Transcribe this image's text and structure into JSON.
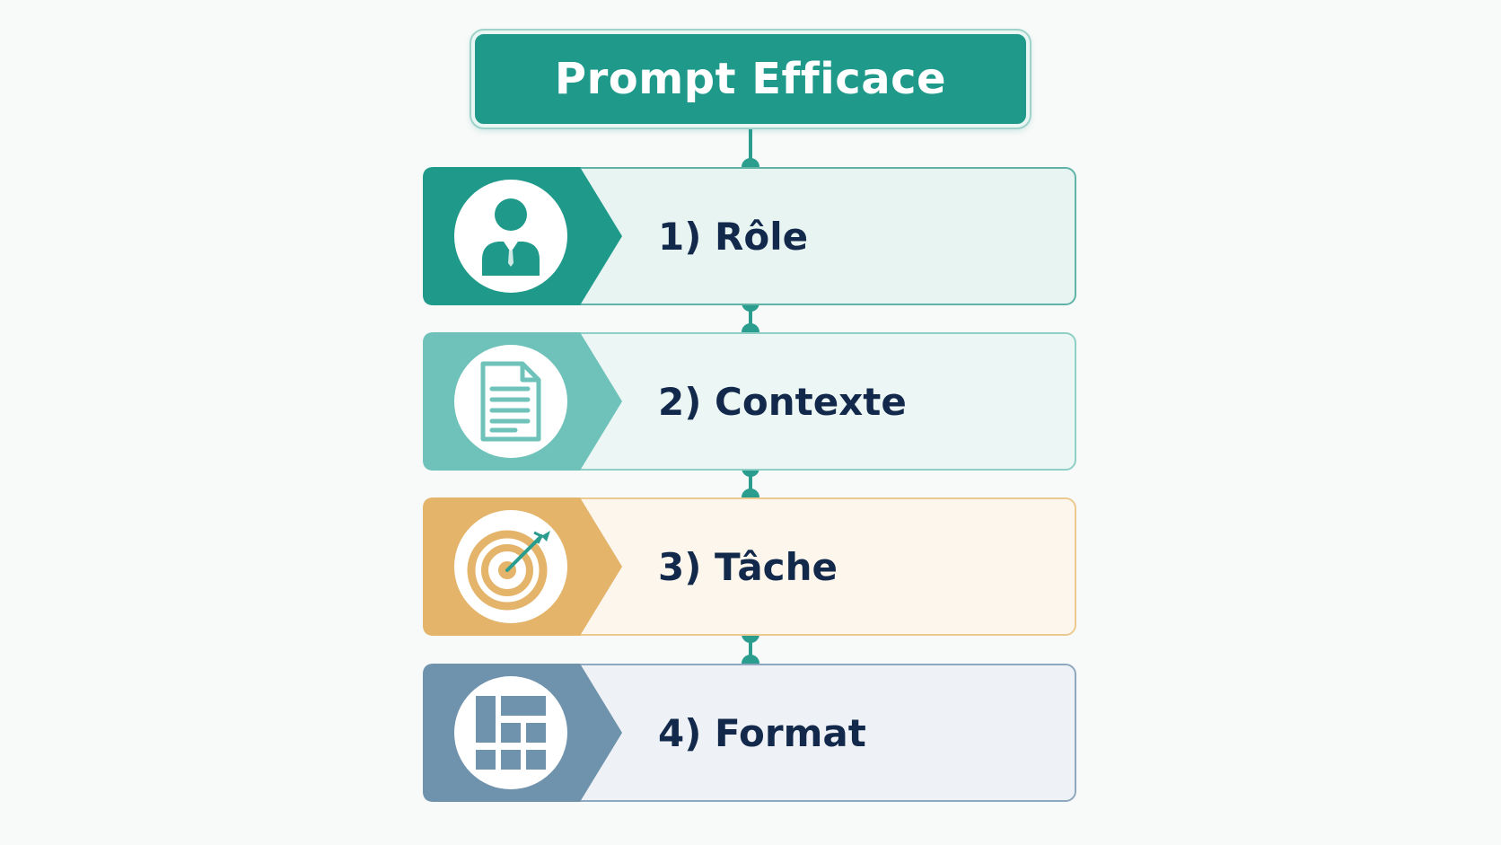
{
  "title": "Prompt Efficace",
  "steps": [
    {
      "label": "1) Rôle",
      "icon": "person-icon",
      "accent": "#1f9a8a",
      "panel_bg": "#e8f4f2",
      "border": "#5fb4a7"
    },
    {
      "label": "2) Contexte",
      "icon": "document-icon",
      "accent": "#6ec2ba",
      "panel_bg": "#ecf6f4",
      "border": "#8fcfc6"
    },
    {
      "label": "3) Tâche",
      "icon": "target-icon",
      "accent": "#e3b46a",
      "panel_bg": "#fcf6ed",
      "border": "#ecc98e"
    },
    {
      "label": "4) Format",
      "icon": "grid-layout-icon",
      "accent": "#6f92ad",
      "panel_bg": "#eef2f6",
      "border": "#8ea9bf"
    }
  ],
  "connector_color": "#2a9d8f"
}
